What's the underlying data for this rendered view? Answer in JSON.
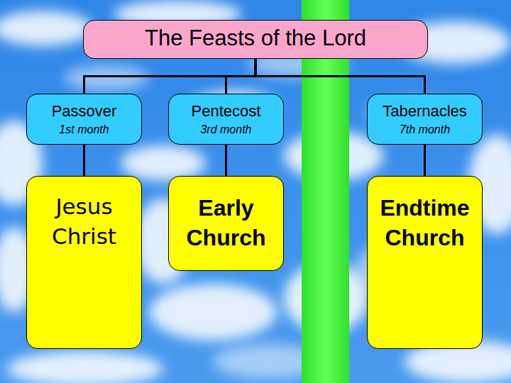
{
  "diagram": {
    "nodes": [
      {
        "text": [
          "The Feasts of the Lord"
        ]
      },
      {
        "text": [
          "Passover",
          "1st month"
        ]
      },
      {
        "text": [
          "Pentecost",
          "3rd month"
        ]
      },
      {
        "text": [
          "Tabernacles",
          "7th month"
        ]
      },
      {
        "text": [
          "Jesus Christ"
        ]
      },
      {
        "text": [
          "Early Church"
        ]
      },
      {
        "text": [
          "Endtime Church"
        ]
      }
    ],
    "edges": [
      {
        "from": 0,
        "to": 1,
        "arrow": "none"
      },
      {
        "from": 0,
        "to": 2,
        "arrow": "none"
      },
      {
        "from": 0,
        "to": 3,
        "arrow": "none"
      },
      {
        "from": 1,
        "to": 4,
        "arrow": "none"
      },
      {
        "from": 2,
        "to": 5,
        "arrow": "none"
      },
      {
        "from": 3,
        "to": 6,
        "arrow": "none"
      }
    ]
  }
}
